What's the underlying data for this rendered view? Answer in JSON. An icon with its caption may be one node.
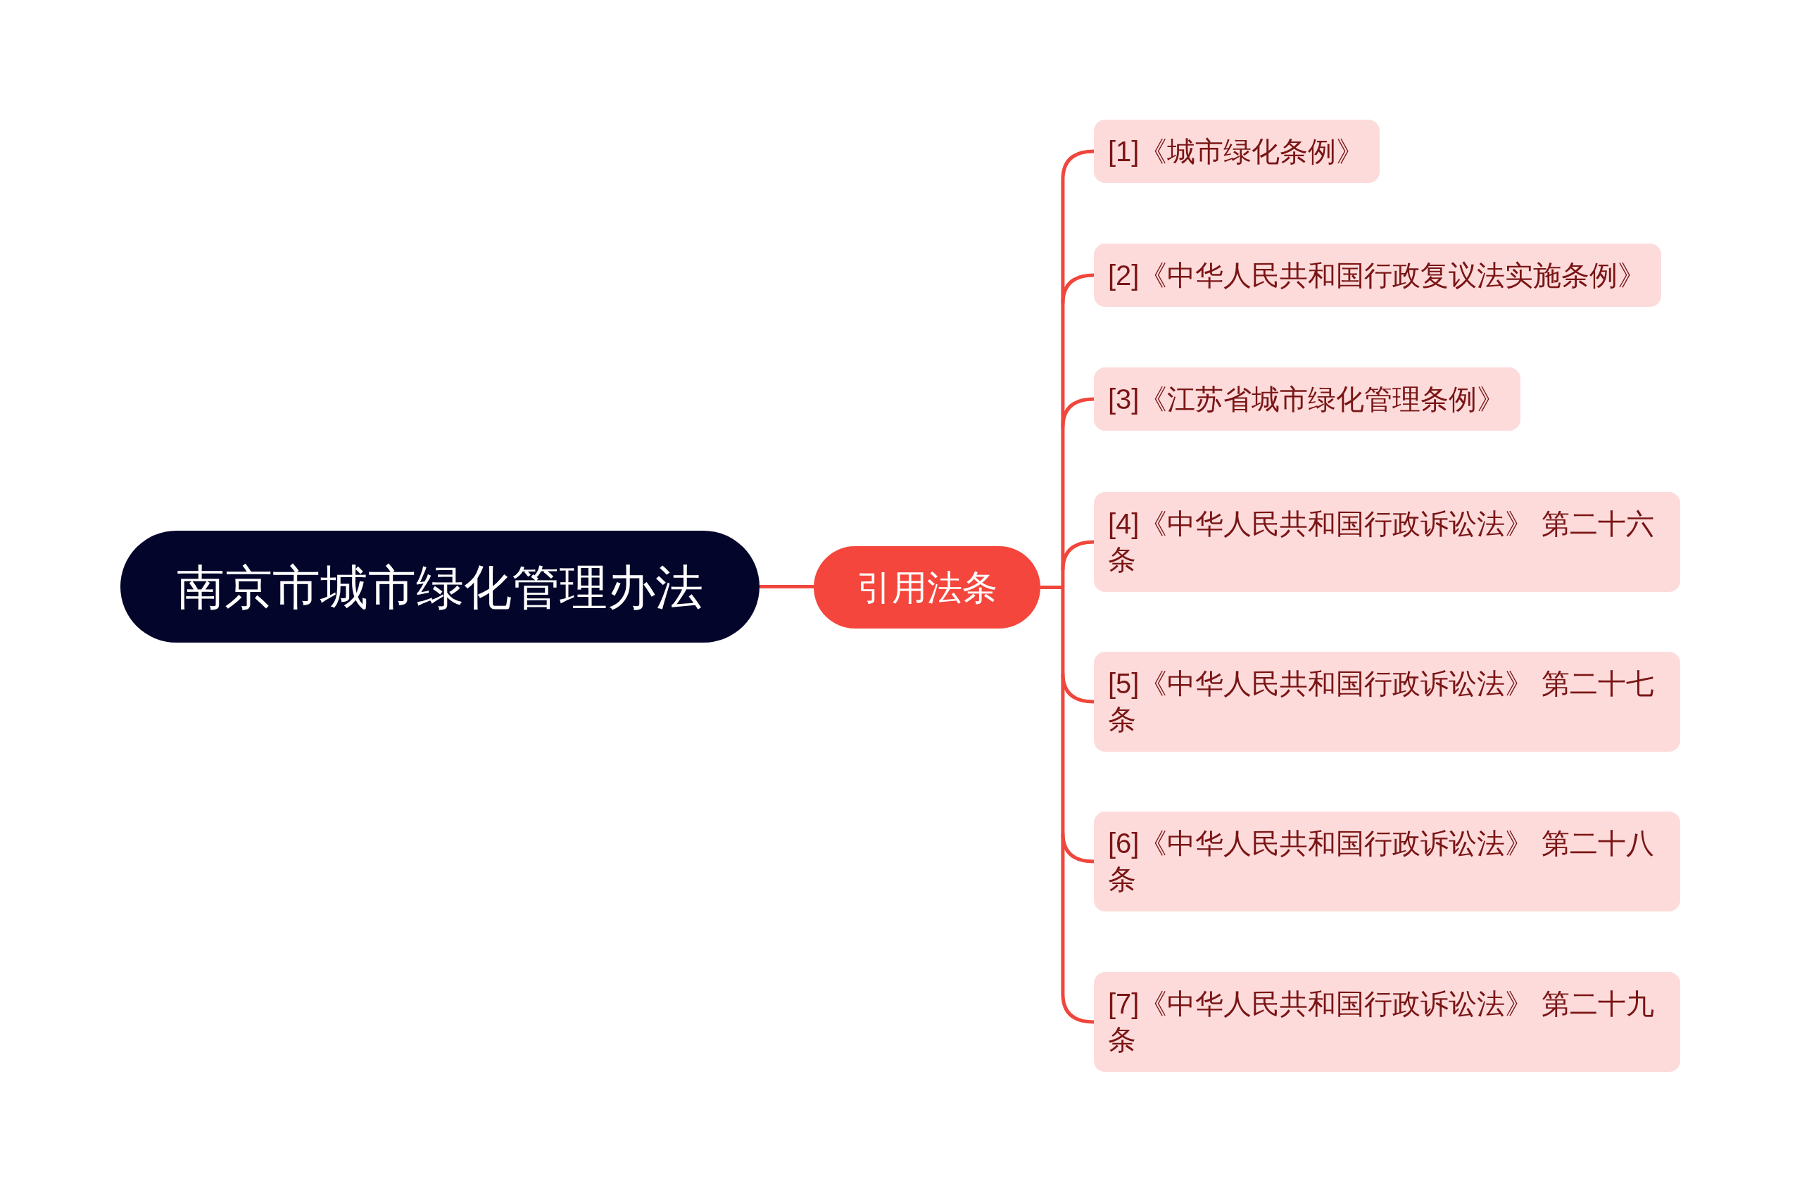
{
  "diagram": {
    "nodes": [
      {
        "text": [
          "南京市城市绿化管理办法"
        ]
      },
      {
        "text": [
          "引用法条"
        ]
      },
      {
        "text": [
          "[1]《城市绿化条例》"
        ]
      },
      {
        "text": [
          "[2]《中华人民共和国行政复议法实施条例》"
        ]
      },
      {
        "text": [
          "[3]《江苏省城市绿化管理条例》"
        ]
      },
      {
        "text": [
          "[4]《中华人民共和国行政诉讼法》 第二十六条"
        ]
      },
      {
        "text": [
          "[5]《中华人民共和国行政诉讼法》 第二十七条"
        ]
      },
      {
        "text": [
          "[6]《中华人民共和国行政诉讼法》 第二十八条"
        ]
      },
      {
        "text": [
          "[7]《中华人民共和国行政诉讼法》 第二十九条"
        ]
      }
    ],
    "edges": [
      {
        "from": 0,
        "to": 1,
        "arrow": "none"
      },
      {
        "from": 1,
        "to": 2,
        "arrow": "none"
      },
      {
        "from": 1,
        "to": 3,
        "arrow": "none"
      },
      {
        "from": 1,
        "to": 4,
        "arrow": "none"
      },
      {
        "from": 1,
        "to": 5,
        "arrow": "none"
      },
      {
        "from": 1,
        "to": 6,
        "arrow": "none"
      },
      {
        "from": 1,
        "to": 7,
        "arrow": "none"
      },
      {
        "from": 1,
        "to": 8,
        "arrow": "none"
      }
    ]
  }
}
